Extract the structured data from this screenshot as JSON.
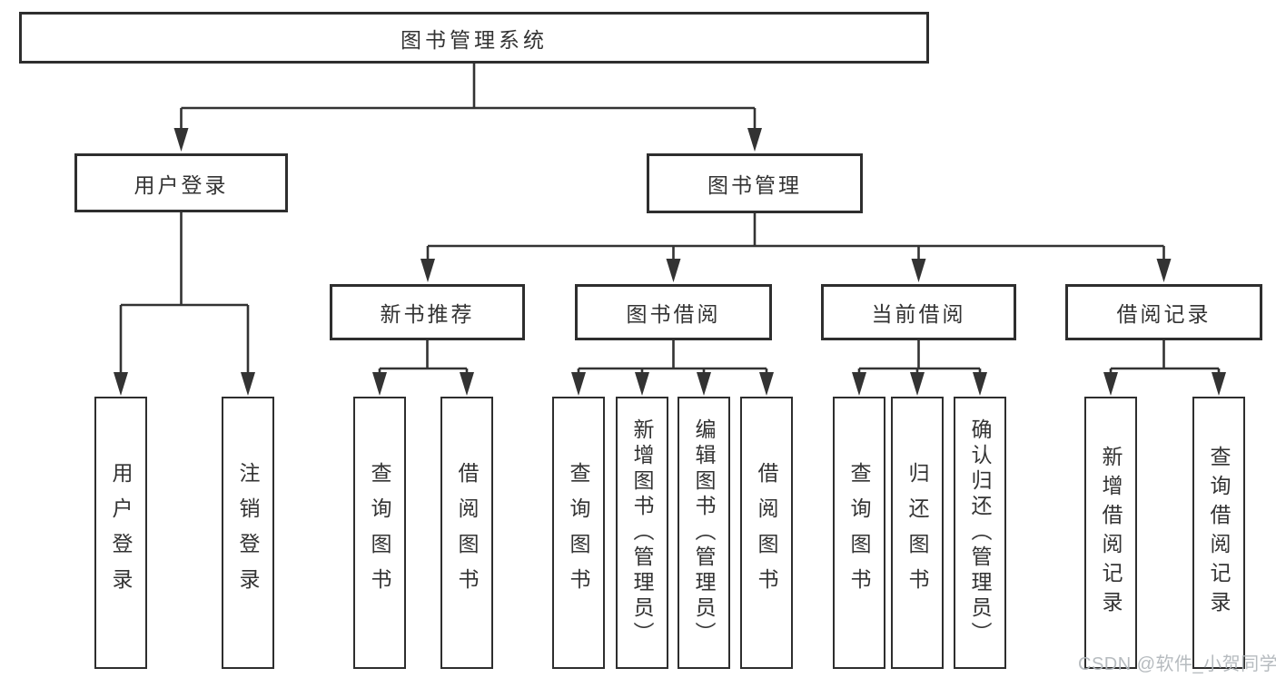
{
  "title": {
    "label": "图书管理系统"
  },
  "level2": [
    {
      "label": "用户登录"
    },
    {
      "label": "图书管理"
    }
  ],
  "level3": [
    {
      "label": "新书推荐"
    },
    {
      "label": "图书借阅"
    },
    {
      "label": "当前借阅"
    },
    {
      "label": "借阅记录"
    }
  ],
  "leaves": [
    {
      "label": "用户登录",
      "parent": "用户登录"
    },
    {
      "label": "注销登录",
      "parent": "用户登录"
    },
    {
      "label": "查询图书",
      "parent": "新书推荐"
    },
    {
      "label": "借阅图书",
      "parent": "新书推荐"
    },
    {
      "label": "查询图书",
      "parent": "图书借阅"
    },
    {
      "label": "新增图书（管理员）",
      "parent": "图书借阅"
    },
    {
      "label": "编辑图书（管理员）",
      "parent": "图书借阅"
    },
    {
      "label": "借阅图书",
      "parent": "图书借阅"
    },
    {
      "label": "查询图书",
      "parent": "当前借阅"
    },
    {
      "label": "归还图书",
      "parent": "当前借阅"
    },
    {
      "label": "确认归还（管理员）",
      "parent": "当前借阅"
    },
    {
      "label": "新增借阅记录",
      "parent": "借阅记录"
    },
    {
      "label": "查询借阅记录",
      "parent": "借阅记录"
    }
  ],
  "watermark": "CSDN @软件_小贺同学",
  "colors": {
    "line": "#333333",
    "border": "#2e2e2e",
    "text": "#333333",
    "watermark": "#b2b7bc",
    "background": "#ffffff"
  }
}
